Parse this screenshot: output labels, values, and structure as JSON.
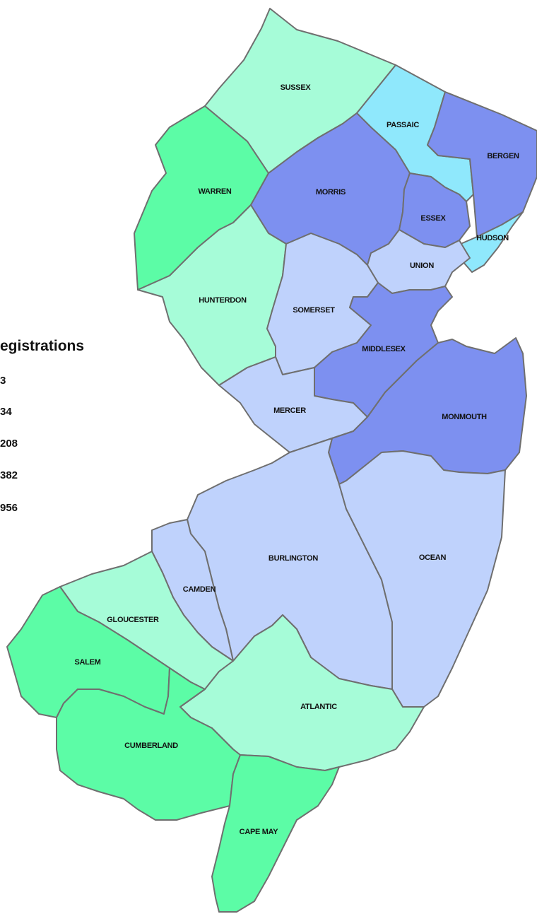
{
  "legend": {
    "title": "egistrations",
    "items": [
      "3",
      "34",
      "208",
      "382",
      "956"
    ]
  },
  "colors": {
    "tier1": "#5cfca6",
    "tier2": "#a6fcd8",
    "tier3": "#bfd2fc",
    "tier4": "#7d90f0",
    "tier5": "#8fe8fc",
    "border": "#6f6f6f"
  },
  "counties": [
    {
      "name": "SUSSEX",
      "tier": "tier2"
    },
    {
      "name": "PASSAIC",
      "tier": "tier5"
    },
    {
      "name": "BERGEN",
      "tier": "tier4"
    },
    {
      "name": "WARREN",
      "tier": "tier1"
    },
    {
      "name": "MORRIS",
      "tier": "tier4"
    },
    {
      "name": "ESSEX",
      "tier": "tier4"
    },
    {
      "name": "HUDSON",
      "tier": "tier5"
    },
    {
      "name": "UNION",
      "tier": "tier3"
    },
    {
      "name": "HUNTERDON",
      "tier": "tier2"
    },
    {
      "name": "SOMERSET",
      "tier": "tier3"
    },
    {
      "name": "MIDDLESEX",
      "tier": "tier4"
    },
    {
      "name": "MERCER",
      "tier": "tier3"
    },
    {
      "name": "MONMOUTH",
      "tier": "tier4"
    },
    {
      "name": "BURLINGTON",
      "tier": "tier3"
    },
    {
      "name": "OCEAN",
      "tier": "tier3"
    },
    {
      "name": "CAMDEN",
      "tier": "tier3"
    },
    {
      "name": "GLOUCESTER",
      "tier": "tier2"
    },
    {
      "name": "SALEM",
      "tier": "tier1"
    },
    {
      "name": "ATLANTIC",
      "tier": "tier2"
    },
    {
      "name": "CUMBERLAND",
      "tier": "tier1"
    },
    {
      "name": "CAPE MAY",
      "tier": "tier1"
    }
  ]
}
